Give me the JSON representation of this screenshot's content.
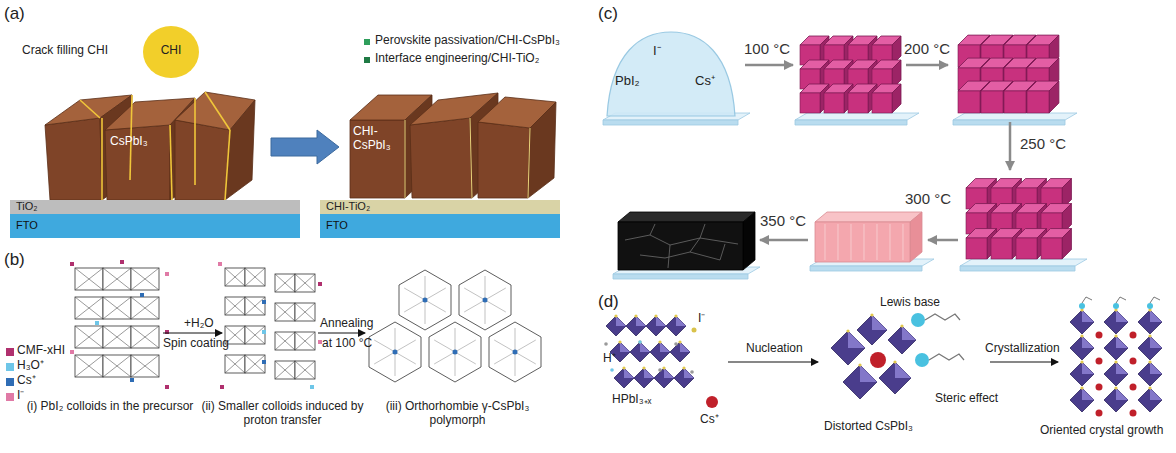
{
  "diagram": {
    "nodes": [
      {
        "text": [
          "CHI"
        ]
      },
      {
        "text": [
          "CsPbI₃"
        ]
      },
      {
        "text": [
          "TiO₂"
        ]
      },
      {
        "text": [
          "FTO"
        ]
      },
      {
        "text": [
          "CHI-CsPbI₃"
        ]
      },
      {
        "text": [
          "CHI-TiO₂"
        ]
      },
      {
        "text": [
          "FTO"
        ]
      },
      {
        "text": [
          "I⁻",
          "PbI₂",
          "Cs⁺"
        ]
      }
    ],
    "edges": [
      {
        "from": 1,
        "to": 4,
        "arrow": "to"
      }
    ],
    "labels": [
      "(a)",
      "Crack filling CHI",
      "Perovskite passivation/CHI-CsPbI₃",
      "Interface engineering/CHI-TiO₂",
      "(b)",
      "+H₂O",
      "Spin coating",
      "Annealing",
      "at 100 °C",
      "(i) PbI₂ colloids in the precursor",
      "(ii) Smaller colloids induced by proton transfer",
      "(iii) Orthorhombie γ-CsPbI₃ polymorph",
      "(c)",
      "100 °C",
      "200 °C",
      "250 °C",
      "300 °C",
      "350 °C",
      "(d)",
      "I⁻",
      "H⁺",
      "HPbI₃₊ₓ",
      "Cs⁺",
      "Nucleation",
      "Lewis base",
      "Steric effect",
      "Distorted CsPbI₃",
      "Crystallization",
      "Oriented crystal growth"
    ],
    "legend": [
      {
        "text": "CMF-xHI",
        "color": "#b0306e"
      },
      {
        "text": "H₃O⁺",
        "color": "#6ec6e8"
      },
      {
        "text": "Cs⁺",
        "color": "#2f6db5"
      },
      {
        "text": "I⁻",
        "color": "#e07aa6"
      }
    ]
  }
}
